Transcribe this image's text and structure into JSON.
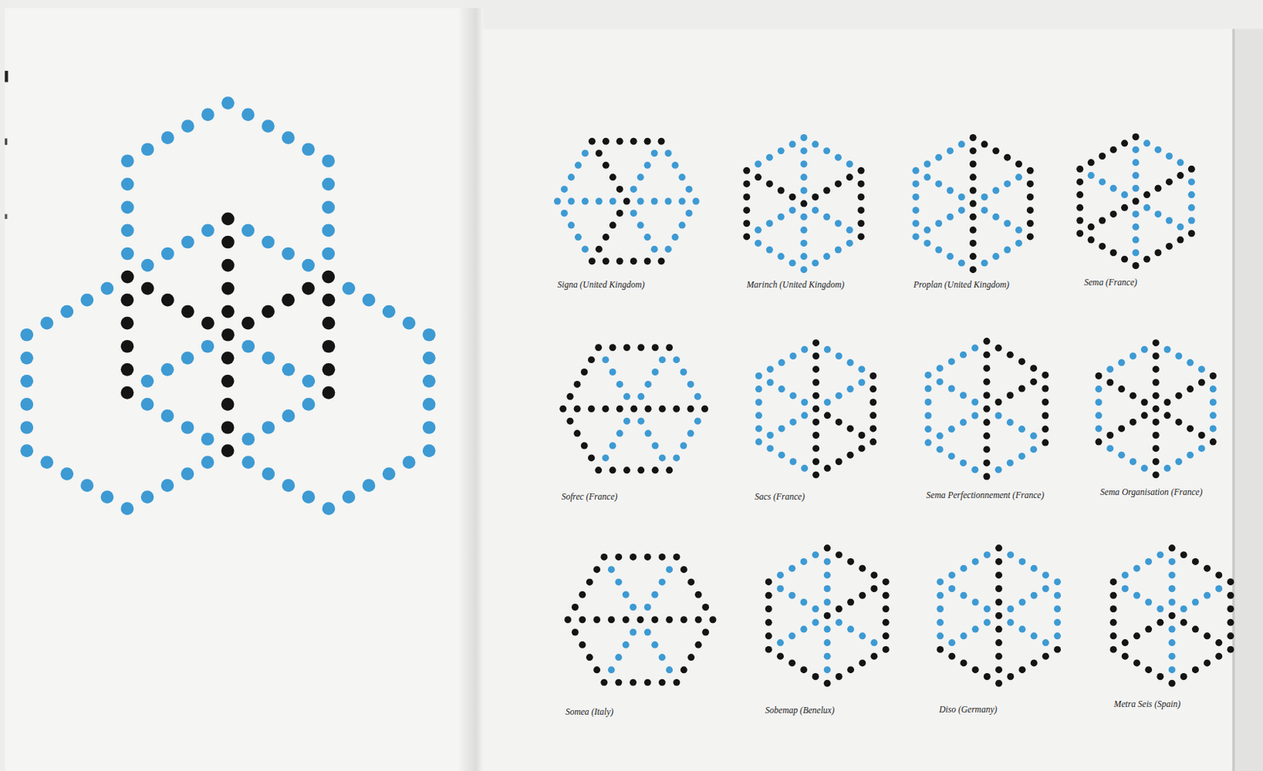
{
  "diagram": {
    "labels": [
      "Signa (United Kingdom)",
      "Marinch (United Kingdom)",
      "Proplan (United Kingdom)",
      "Sema (France)",
      "Sofrec (France)",
      "Sacs (France)",
      "Sema Perfectionnement (France)",
      "Sema Organisation (France)",
      "Somea (Italy)",
      "Sobemap (Benelux)",
      "Diso (Germany)",
      "Metra Seis (Spain)"
    ]
  }
}
